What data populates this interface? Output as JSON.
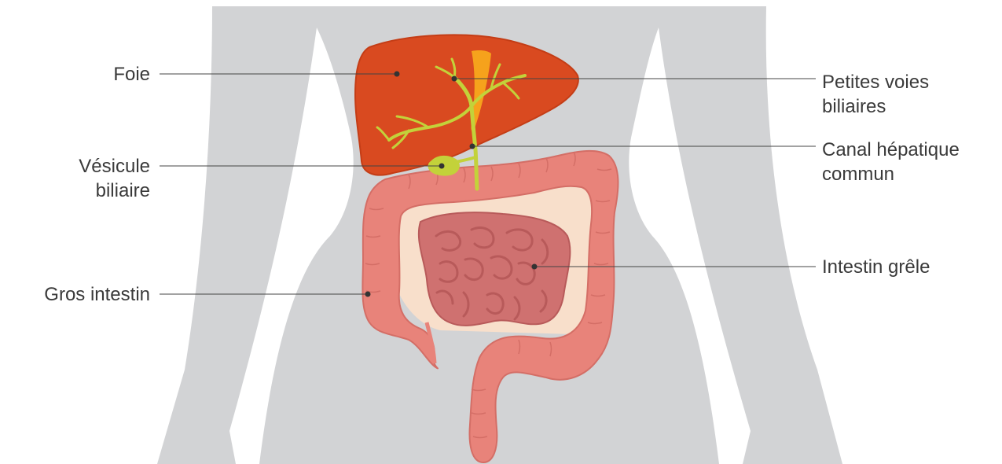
{
  "colors": {
    "background": "#ffffff",
    "body_silhouette": "#d2d3d5",
    "liver": "#d94a20",
    "liver_dark": "#c43d16",
    "gallbladder": "#c3d23a",
    "bile_ducts": "#c3d23a",
    "fissure": "#f6a21c",
    "colon": "#e8837a",
    "colon_dark": "#d46e66",
    "mesentery": "#f8dfcb",
    "small_intestine": "#cf7170",
    "small_intestine_dark": "#b85a5a",
    "leader_line": "#444444",
    "label_text": "#3a3a3a"
  },
  "labels": {
    "foie": "Foie",
    "vesicule_line1": "Vésicule",
    "vesicule_line2": "biliaire",
    "gros_intestin": "Gros intestin",
    "petites_voies_line1": "Petites voies",
    "petites_voies_line2": "biliaires",
    "canal_line1": "Canal hépatique",
    "canal_line2": "commun",
    "intestin_grele": "Intestin grêle"
  }
}
